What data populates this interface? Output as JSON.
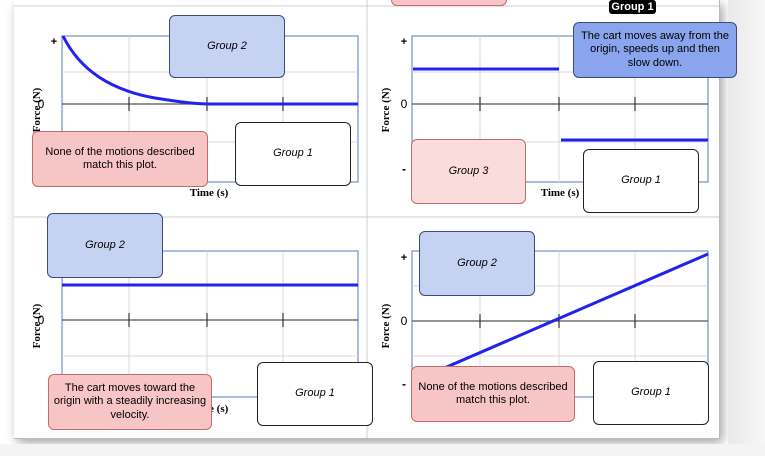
{
  "floating_tag": "Group 1",
  "axis": {
    "ylabel": "Force (N)",
    "xlabel": "Time (s)",
    "plus": "+",
    "zero": "0",
    "minus": "-"
  },
  "cards": {
    "c1": "Group 2",
    "c2": "None of the motions described match this plot.",
    "c3": "Group 1",
    "c4": "The cart moves away from the origin, speeds up and then slow down.",
    "c5": "Group 3",
    "c6": "Group 1",
    "c7": "Group 2",
    "c8": "The cart moves toward the origin with a steadily increasing velocity.",
    "c9": "Group 1",
    "c10": "Group 2",
    "c11": "None of the motions described match this plot.",
    "c12": "Group 1"
  },
  "colors": {
    "line": "#2222ee",
    "grid": "#d7d7d7",
    "plot_border": "#7f99c9"
  }
}
